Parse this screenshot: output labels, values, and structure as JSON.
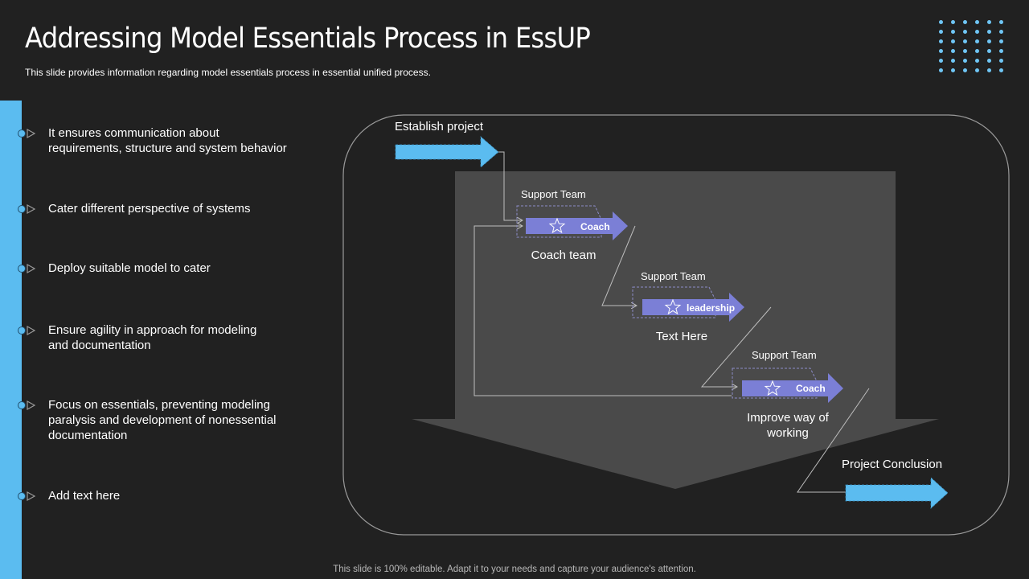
{
  "header": {
    "title": "Addressing Model Essentials Process in EssUP",
    "subtitle": "This slide provides information regarding model essentials process in essential unified process."
  },
  "colors": {
    "background": "#212121",
    "accent_blue": "#5bbcf0",
    "arrow_purple": "#7b7fd6",
    "panel_gray": "#4a4a4a"
  },
  "bullets": [
    {
      "text_lines": [
        "It ensures communication about",
        "requirements, structure and system behavior"
      ]
    },
    {
      "text_lines": [
        "Cater different perspective of systems"
      ]
    },
    {
      "text_lines": [
        "Deploy suitable model to cater"
      ]
    },
    {
      "text_lines": [
        "Ensure agility in approach for modeling",
        "and documentation"
      ]
    },
    {
      "text_lines": [
        "Focus on essentials, preventing modeling",
        "paralysis and development of nonessential",
        "documentation"
      ]
    },
    {
      "text_lines": [
        "Add text here"
      ]
    }
  ],
  "diagram": {
    "start": {
      "label": "Establish project"
    },
    "end": {
      "label": "Project Conclusion"
    },
    "steps": [
      {
        "team_label": "Support Team",
        "arrow_text": "Coach",
        "icon": "star-icon",
        "caption_lines": [
          "Coach team"
        ]
      },
      {
        "team_label": "Support Team",
        "arrow_text": "leadership",
        "icon": "star-icon",
        "caption_lines": [
          "Text Here"
        ]
      },
      {
        "team_label": "Support Team",
        "arrow_text": "Coach",
        "icon": "star-icon",
        "caption_lines": [
          "Improve way of",
          "working"
        ]
      }
    ]
  },
  "footer": {
    "text": "This slide is 100% editable. Adapt it to your needs and capture your audience's attention."
  }
}
